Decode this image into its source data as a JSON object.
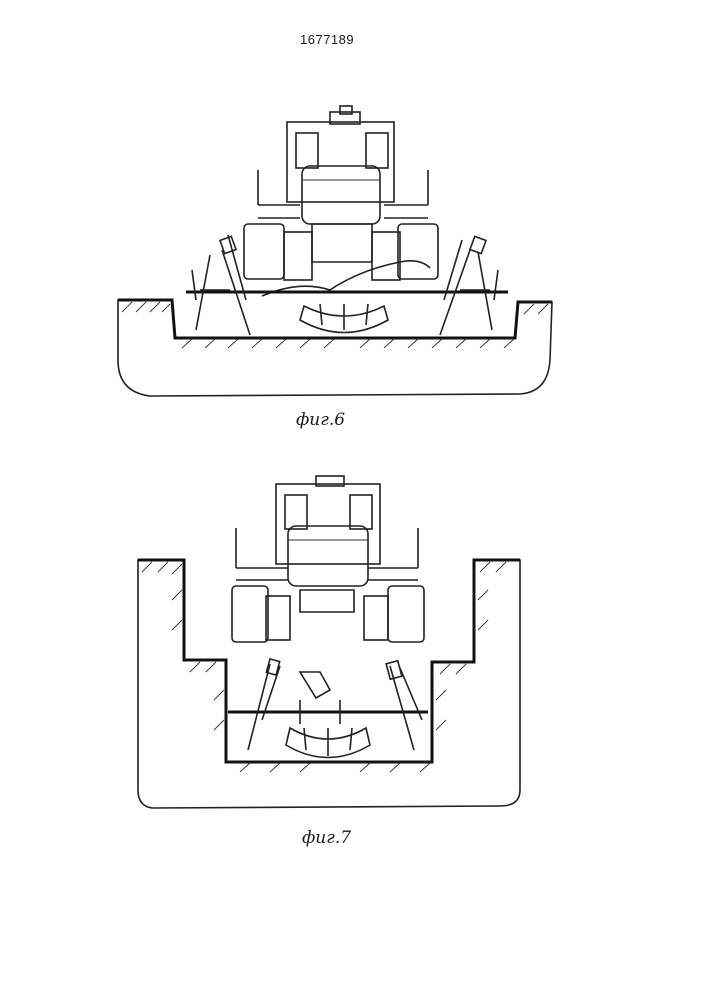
{
  "page_number": "1677189",
  "figures": [
    {
      "caption": "фиг.6",
      "drawing": "tractor-on-ground-with-side-trenchers"
    },
    {
      "caption": "фиг.7",
      "drawing": "tractor-in-deep-trench"
    }
  ]
}
